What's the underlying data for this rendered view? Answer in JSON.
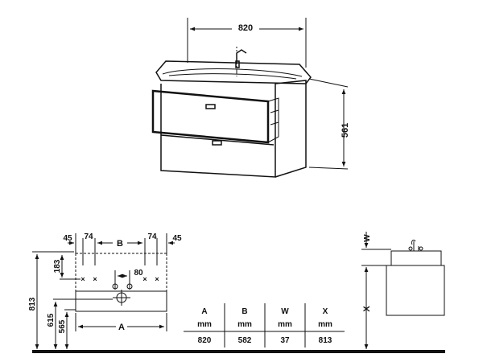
{
  "top_view": {
    "width_dim": "820",
    "height_dim": "561"
  },
  "front_view": {
    "left_margin": "45",
    "left_offset": "74",
    "center_label": "B",
    "right_offset": "74",
    "right_margin": "45",
    "vertical_top": "183",
    "hole_spacing": "80",
    "total_height": "813",
    "height_615": "615",
    "height_565": "565",
    "bottom_label": "A"
  },
  "side_view": {
    "w_label": "W",
    "x_label": "X"
  },
  "table": {
    "headers": [
      "A",
      "B",
      "W",
      "X"
    ],
    "units": [
      "mm",
      "mm",
      "mm",
      "mm"
    ],
    "values": [
      "820",
      "582",
      "37",
      "813"
    ]
  }
}
